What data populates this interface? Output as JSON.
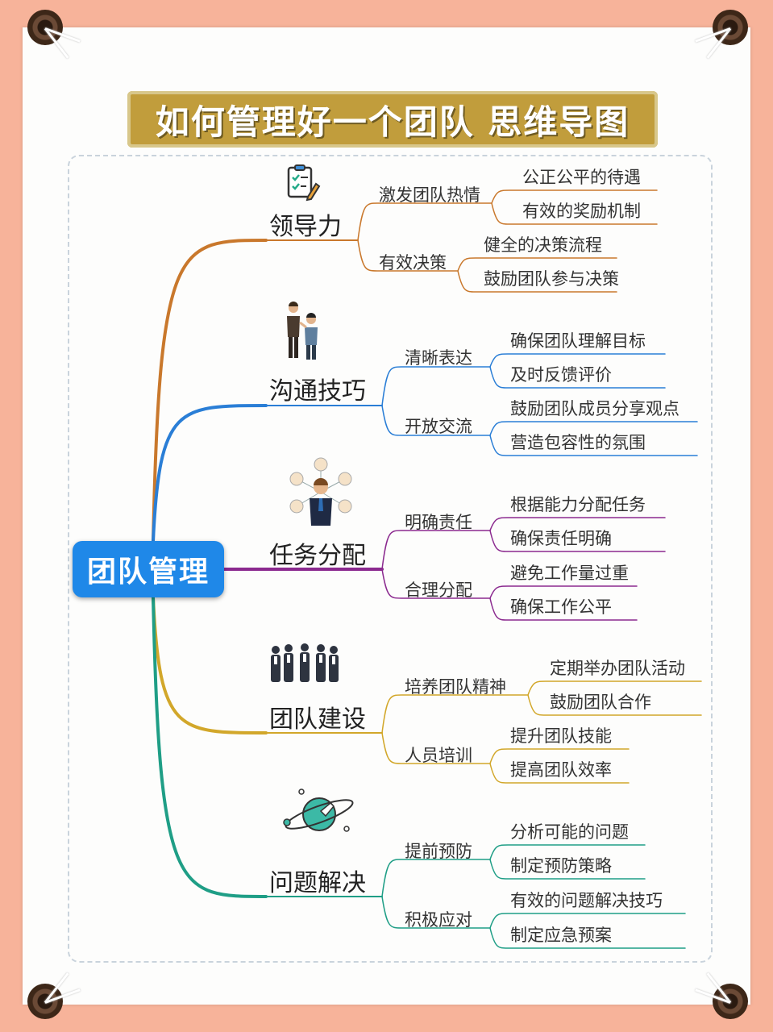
{
  "title": "如何管理好一个团队 思维导图",
  "root": "团队管理",
  "branches": [
    {
      "name": "领导力",
      "color": "#c9782c",
      "icon": "checklist-icon",
      "subs": [
        {
          "name": "激发团队热情",
          "leaves": [
            "公正公平的待遇",
            "有效的奖励机制"
          ]
        },
        {
          "name": "有效决策",
          "leaves": [
            "健全的决策流程",
            "鼓励团队参与决策"
          ]
        }
      ]
    },
    {
      "name": "沟通技巧",
      "color": "#2a7ed6",
      "icon": "two-people-talking-icon",
      "subs": [
        {
          "name": "清晰表达",
          "leaves": [
            "确保团队理解目标",
            "及时反馈评价"
          ]
        },
        {
          "name": "开放交流",
          "leaves": [
            "鼓励团队成员分享观点",
            "营造包容性的氛围"
          ]
        }
      ]
    },
    {
      "name": "任务分配",
      "color": "#8b2a8f",
      "icon": "team-network-icon",
      "subs": [
        {
          "name": "明确责任",
          "leaves": [
            "根据能力分配任务",
            "确保责任明确"
          ]
        },
        {
          "name": "合理分配",
          "leaves": [
            "避免工作量过重",
            "确保工作公平"
          ]
        }
      ]
    },
    {
      "name": "团队建设",
      "color": "#d2a72a",
      "icon": "business-team-icon",
      "subs": [
        {
          "name": "培养团队精神",
          "leaves": [
            "定期举办团队活动",
            "鼓励团队合作"
          ]
        },
        {
          "name": "人员培训",
          "leaves": [
            "提升团队技能",
            "提高团队效率"
          ]
        }
      ]
    },
    {
      "name": "问题解决",
      "color": "#1f9e86",
      "icon": "planet-rocket-icon",
      "subs": [
        {
          "name": "提前预防",
          "leaves": [
            "分析可能的问题",
            "制定预防策略"
          ]
        },
        {
          "name": "积极应对",
          "leaves": [
            "有效的问题解决技巧",
            "制定应急预案"
          ]
        }
      ]
    }
  ]
}
